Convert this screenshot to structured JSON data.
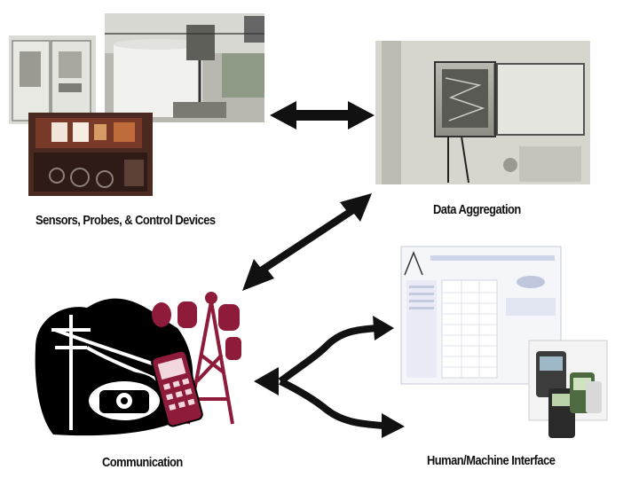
{
  "nodes": {
    "sensors": {
      "label": "Sensors, Probes, & Control Devices"
    },
    "aggregation": {
      "label": "Data Aggregation"
    },
    "communication": {
      "label": "Communication"
    },
    "hmi": {
      "label": "Human/Machine Interface"
    }
  },
  "colors": {
    "arrow": "#111111",
    "accent_red": "#8e1b3a",
    "silhouette": "#000000",
    "photo_gray": "#c9c9c2"
  }
}
